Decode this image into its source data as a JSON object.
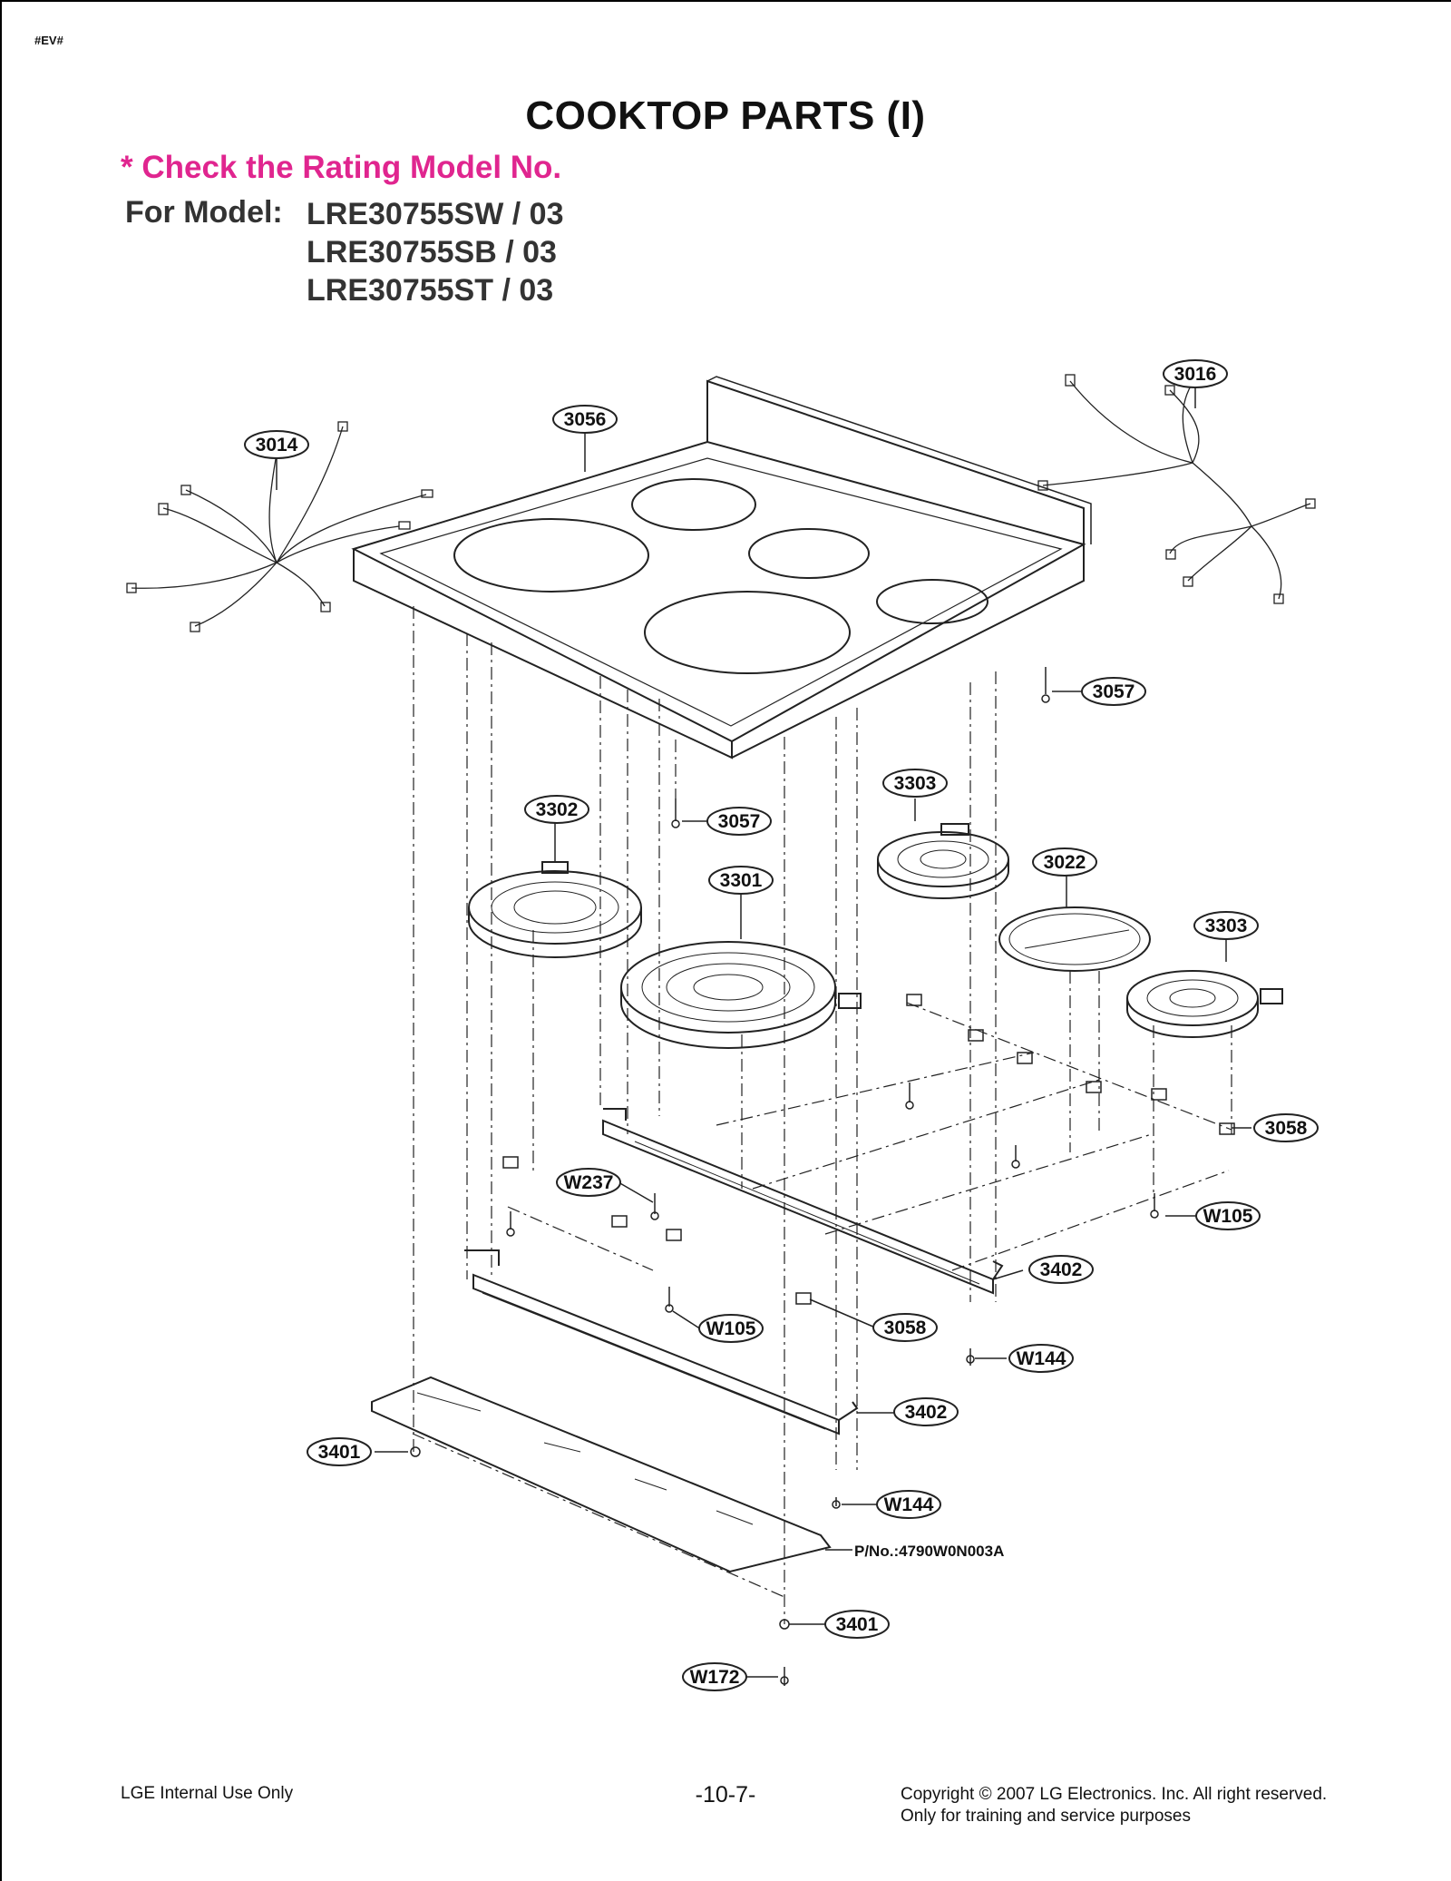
{
  "corner_tag": "#EV#",
  "title": "COOKTOP PARTS (I)",
  "notice": "* Check the Rating Model No.",
  "model_label": "For Model:",
  "models": [
    "LRE30755SW / 03",
    "LRE30755SB / 03",
    "LRE30755ST / 03"
  ],
  "part_number_note": "P/No.:4790W0N003A",
  "callouts": [
    "3014",
    "3056",
    "3016",
    "3057",
    "3057",
    "3302",
    "3303",
    "3301",
    "3022",
    "3303",
    "3058",
    "W237",
    "W105",
    "3402",
    "W105",
    "3058",
    "W144",
    "3402",
    "3401",
    "W144",
    "3401",
    "W172"
  ],
  "footer": {
    "left": "LGE Internal Use Only",
    "center": "-10-7-",
    "right_line1": "Copyright © 2007 LG Electronics. Inc. All right reserved.",
    "right_line2": "Only for training and service purposes"
  },
  "colors": {
    "notice": "#e0258f",
    "ink": "#111111",
    "model_text": "#333333"
  }
}
